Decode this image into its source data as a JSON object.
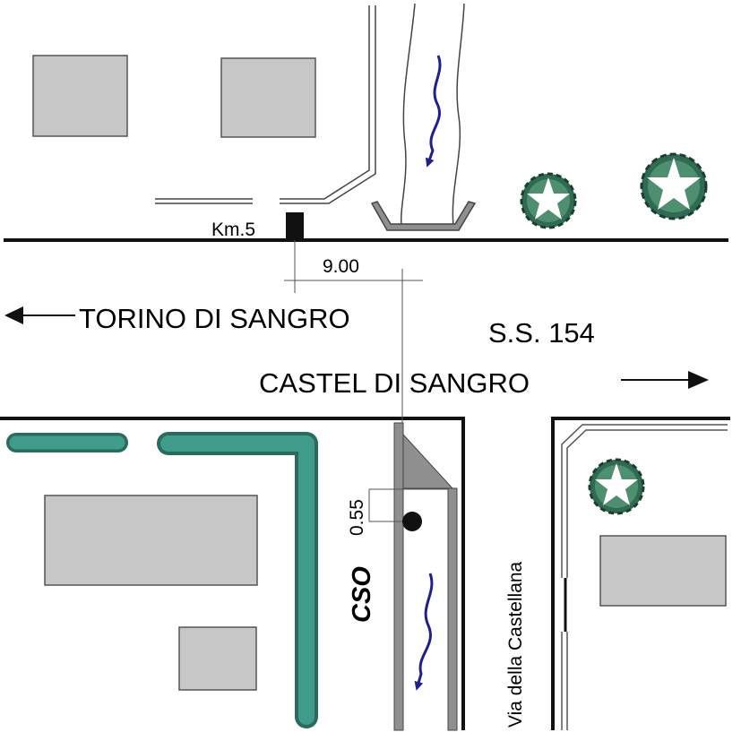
{
  "labels": {
    "km_marker": "Km.5",
    "distance": "9.00",
    "dest_west": "TORINO DI SANGRO",
    "road_code": "S.S. 154",
    "dest_east": "CASTEL  DI SANGRO",
    "side_street": "Via della Castellana",
    "offset": "0.55",
    "outfall": "CSO"
  },
  "colors": {
    "building": "#c7c7c7",
    "hedge": "#3f9c8a",
    "flow_arrow": "#1f1f8f",
    "channel": "#8f8f8f",
    "tree": "#2f6b52"
  }
}
